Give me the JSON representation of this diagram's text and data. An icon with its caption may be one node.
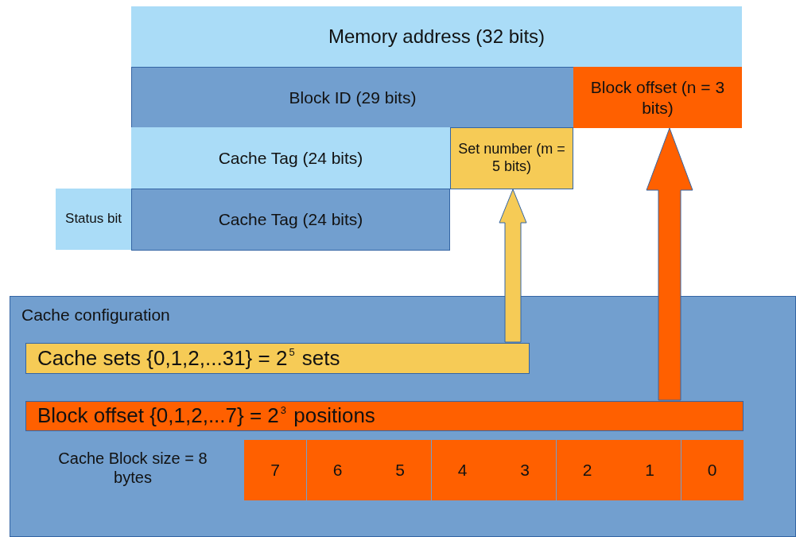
{
  "diagram": {
    "nodes": [
      {
        "text": [
          "Memory address (32 bits)"
        ]
      },
      {
        "text": [
          "Block ID (29 bits)"
        ]
      },
      {
        "text": [
          "Block offset (n = 3 bits)"
        ]
      },
      {
        "text": [
          "Cache Tag (24 bits)"
        ]
      },
      {
        "text": [
          "Set number (m = 5 bits)"
        ]
      },
      {
        "text": [
          "Status bit"
        ]
      },
      {
        "text": [
          "Cache Tag (24 bits)"
        ]
      },
      {
        "text": [
          "Cache configuration"
        ]
      },
      {
        "text": [
          "Cache sets {0,1,2,...31} = 2$^{5}$ sets"
        ],
        "in": 7
      },
      {
        "text": [
          "Block offset {0,1,2,...7} = 2$^{3}$ positions"
        ],
        "in": 7
      },
      {
        "text": [
          "7"
        ],
        "in": 7
      },
      {
        "text": [
          "6"
        ],
        "in": 7
      },
      {
        "text": [
          "5"
        ],
        "in": 7
      },
      {
        "text": [
          "4"
        ],
        "in": 7
      },
      {
        "text": [
          "3"
        ],
        "in": 7
      },
      {
        "text": [
          "2"
        ],
        "in": 7
      },
      {
        "text": [
          "1"
        ],
        "in": 7
      },
      {
        "text": [
          "0"
        ],
        "in": 7
      }
    ],
    "edges": [
      {
        "from": 8,
        "to": 4,
        "arrow": "to",
        "style": "thick",
        "color": "#f6cb56"
      },
      {
        "from": 9,
        "to": 2,
        "arrow": "to",
        "style": "thick",
        "color": "#ff6000"
      }
    ],
    "labels": [
      "Cache Block size = 8 bytes"
    ]
  }
}
